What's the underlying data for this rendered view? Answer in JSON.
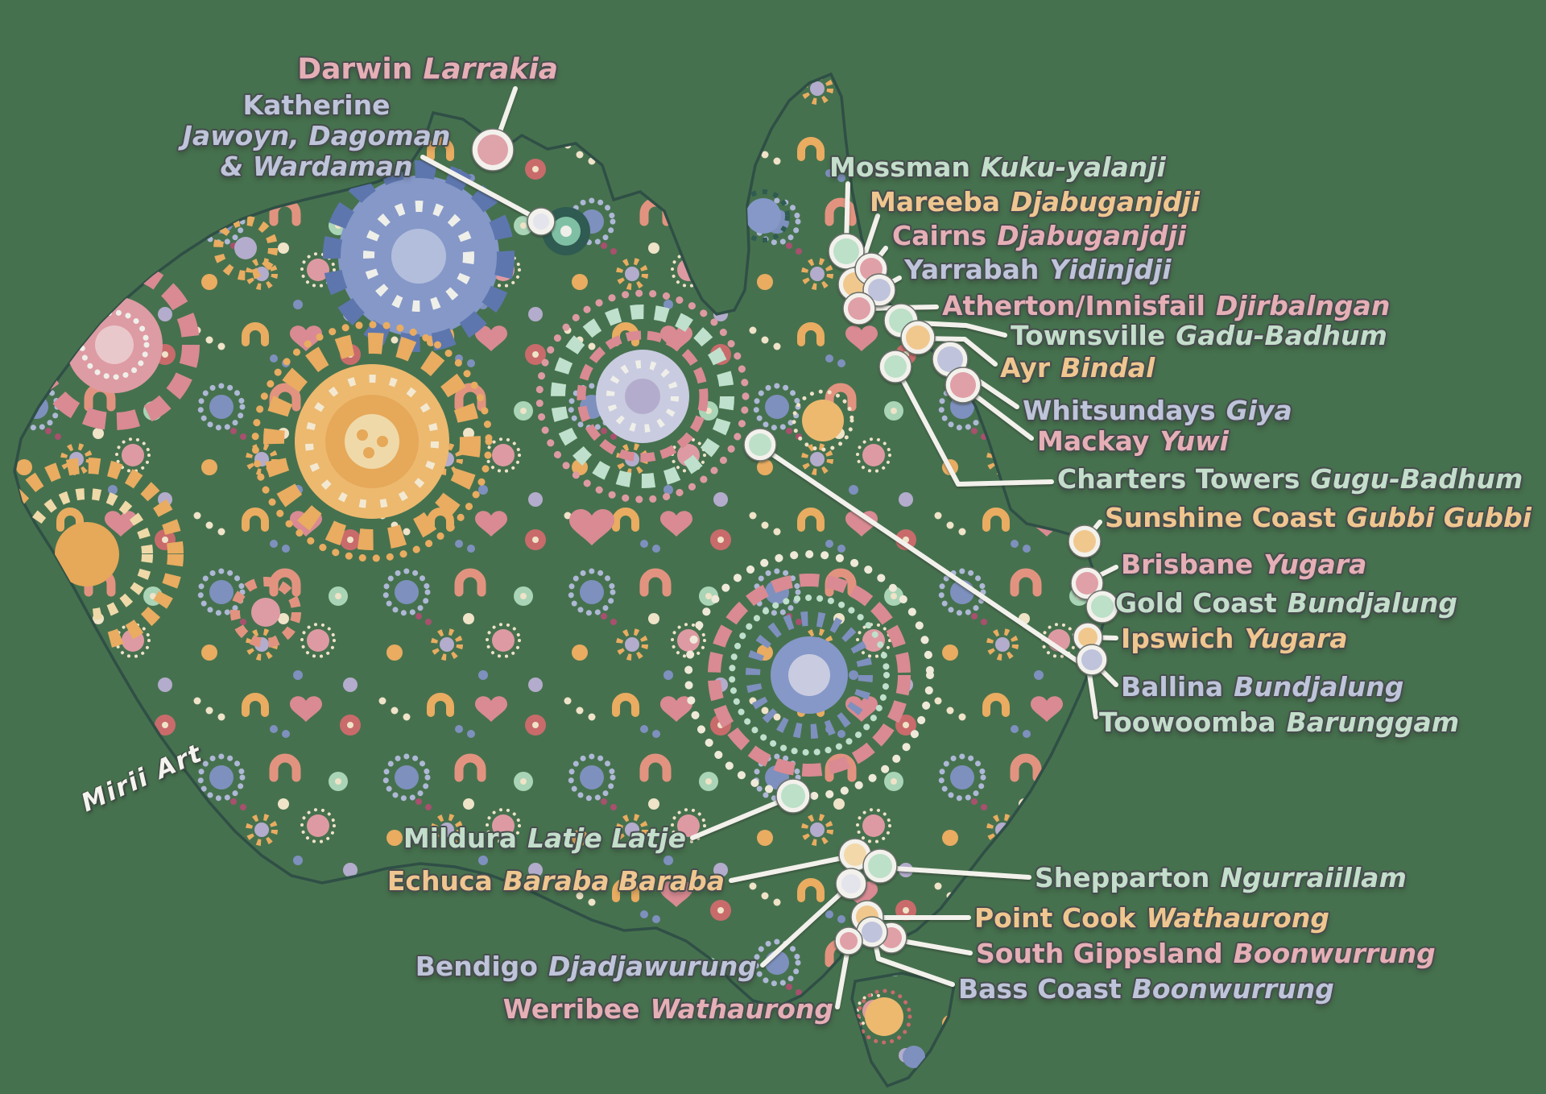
{
  "title": "Aboriginal nations map of Australia",
  "artist_signature": "Mirii Art",
  "background_color": "#46714E",
  "palette": {
    "background_green": "#46714E",
    "label_pink": "#E5AFB5",
    "label_mint": "#C3DECA",
    "label_orange": "#EFC68F",
    "label_lavender": "#BEC4D9",
    "leader_line_white": "#F3F1EC",
    "dot_pink": "#E0A0A8",
    "dot_mint": "#BCE0C8",
    "dot_orange": "#F0C88E",
    "dot_lavender": "#BFC3DB",
    "dot_white": "#E4E4EC",
    "dot_cream": "#F3D9A9"
  },
  "cities": [
    {
      "city": "Darwin",
      "nation": "Larrakia",
      "color": "pink"
    },
    {
      "city": "Katherine",
      "nation": "Jawoyn, Dagoman & Wardaman",
      "color": "lavender"
    },
    {
      "city": "Mossman",
      "nation": "Kuku-yalanji",
      "color": "mint"
    },
    {
      "city": "Mareeba",
      "nation": "Djabuganjdji",
      "color": "orange"
    },
    {
      "city": "Cairns",
      "nation": "Djabuganjdji",
      "color": "pink"
    },
    {
      "city": "Yarrabah",
      "nation": "Yidinjdji",
      "color": "lavender"
    },
    {
      "city": "Atherton/Innisfail",
      "nation": "Djirbalngan",
      "color": "pink"
    },
    {
      "city": "Townsville",
      "nation": "Gadu-Badhum",
      "color": "mint"
    },
    {
      "city": "Ayr",
      "nation": "Bindal",
      "color": "orange"
    },
    {
      "city": "Whitsundays",
      "nation": "Giya",
      "color": "lavender"
    },
    {
      "city": "Mackay",
      "nation": "Yuwi",
      "color": "pink"
    },
    {
      "city": "Charters Towers",
      "nation": "Gugu-Badhum",
      "color": "mint"
    },
    {
      "city": "Sunshine Coast",
      "nation": "Gubbi Gubbi",
      "color": "orange"
    },
    {
      "city": "Brisbane",
      "nation": "Yugara",
      "color": "pink"
    },
    {
      "city": "Gold Coast",
      "nation": "Bundjalung",
      "color": "mint"
    },
    {
      "city": "Ipswich",
      "nation": "Yugara",
      "color": "orange"
    },
    {
      "city": "Ballina",
      "nation": "Bundjalung",
      "color": "lavender"
    },
    {
      "city": "Toowoomba",
      "nation": "Barunggam",
      "color": "mint"
    },
    {
      "city": "Mildura",
      "nation": "Latje Latje",
      "color": "mint"
    },
    {
      "city": "Echuca",
      "nation": "Baraba Baraba",
      "color": "orange"
    },
    {
      "city": "Shepparton",
      "nation": "Ngurraiillam",
      "color": "mint"
    },
    {
      "city": "Point Cook",
      "nation": "Wathaurong",
      "color": "orange"
    },
    {
      "city": "South Gippsland",
      "nation": "Boonwurrung",
      "color": "pink"
    },
    {
      "city": "Bass Coast",
      "nation": "Boonwurrung",
      "color": "lavender"
    },
    {
      "city": "Bendigo",
      "nation": "Djadjawurung",
      "color": "lavender"
    },
    {
      "city": "Werribee",
      "nation": "Wathaurong",
      "color": "pink"
    }
  ]
}
